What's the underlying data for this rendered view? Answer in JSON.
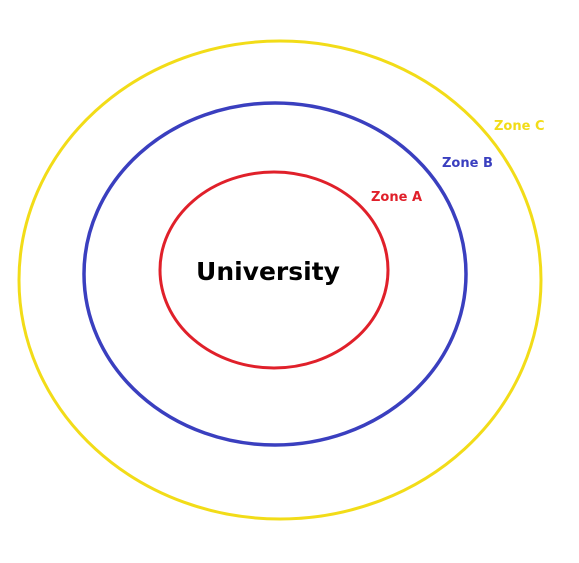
{
  "diagram": {
    "center_label": "University",
    "zones": [
      {
        "label": "Zone A",
        "color": "#e0202a"
      },
      {
        "label": "Zone B",
        "color": "#3a3fbf"
      },
      {
        "label": "Zone C",
        "color": "#f2dc18"
      }
    ],
    "center_text_color": "#000000",
    "background": "#ffffff"
  }
}
